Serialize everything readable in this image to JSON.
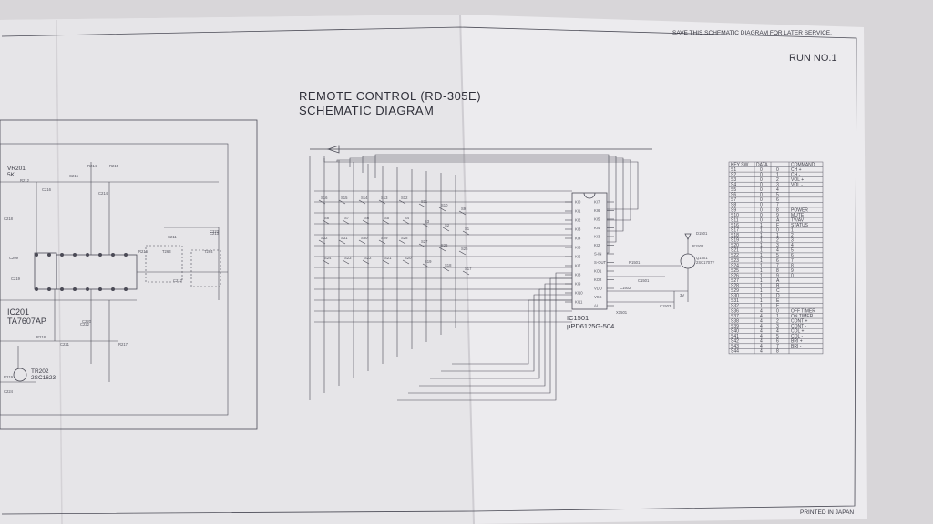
{
  "header": {
    "service_note": "SAVE THIS SCHEMATIC DIAGRAM FOR LATER SERVICE.",
    "run_number": "RUN NO.1",
    "title_line1": "REMOTE CONTROL (RD-305E)",
    "title_line2": "SCHEMATIC DIAGRAM",
    "footer": "PRINTED IN JAPAN"
  },
  "left_panel": {
    "ic_label": "IC201",
    "ic_part": "TA7607AP",
    "transistor_label": "TR202",
    "transistor_part": "2SC1623",
    "vr_label": "VR201",
    "vr_value": "5K",
    "component_labels": [
      "R212",
      "C216",
      "R214",
      "R215",
      "C215",
      "C214",
      "C218",
      "C209",
      "C219",
      "R218",
      "C221",
      "C220",
      "C222",
      "C223",
      "R217",
      "C224",
      "R219",
      "C211",
      "C212",
      "C213",
      "R216",
      "T263",
      "T264"
    ]
  },
  "keypad": {
    "switch_labels": [
      "S16",
      "S15",
      "S14",
      "S13",
      "S12",
      "S11",
      "S10",
      "S9",
      "S8",
      "S7",
      "S6",
      "S5",
      "S4",
      "S3",
      "S2",
      "S1",
      "S32",
      "S31",
      "S30",
      "S29",
      "S28",
      "S27",
      "S26",
      "S25",
      "S24",
      "S23",
      "S22",
      "S21",
      "S20",
      "S19",
      "S18",
      "S17"
    ]
  },
  "ic1501": {
    "label": "IC1501",
    "part": "μPD6125G-504",
    "pins_left": [
      "KI0",
      "KI1",
      "KI2",
      "KI3",
      "KI4",
      "KI5",
      "KI6",
      "KI7",
      "KI8",
      "KI9",
      "KI10",
      "KI11"
    ],
    "pins_right": [
      "KI7",
      "KI6",
      "KI5",
      "KI4",
      "KI3",
      "KI2",
      "S-IN",
      "S-OUT",
      "KO1",
      "KO2",
      "VDD",
      "VSS",
      "AL"
    ]
  },
  "output_stage": {
    "led_label": "D1501",
    "transistor_label": "Q1501",
    "transistor_part": "2SC1707Y",
    "resistor_label": "R1502",
    "capacitor_label": "C1503",
    "battery_label": "3V",
    "component_notes": [
      "R1501",
      "C1501",
      "C1502",
      "X1501"
    ]
  },
  "command_table": {
    "headers": [
      "KEY SW",
      "DATA",
      "",
      "COMMAND"
    ],
    "rows": [
      [
        "S1",
        "0",
        "0",
        "CH +"
      ],
      [
        "S2",
        "0",
        "1",
        "CH -"
      ],
      [
        "S3",
        "0",
        "2",
        "VOL +"
      ],
      [
        "S4",
        "0",
        "3",
        "VOL -"
      ],
      [
        "S5",
        "0",
        "4",
        ""
      ],
      [
        "S6",
        "0",
        "5",
        ""
      ],
      [
        "S7",
        "0",
        "6",
        ""
      ],
      [
        "S8",
        "0",
        "7",
        ""
      ],
      [
        "S9",
        "0",
        "8",
        "POWER"
      ],
      [
        "S10",
        "0",
        "9",
        "MUTE"
      ],
      [
        "S11",
        "0",
        "A",
        "TV/AV"
      ],
      [
        "S16",
        "1",
        "F",
        "STATUS"
      ],
      [
        "S17",
        "1",
        "0",
        "1"
      ],
      [
        "S18",
        "1",
        "1",
        "2"
      ],
      [
        "S19",
        "1",
        "2",
        "3"
      ],
      [
        "S20",
        "1",
        "3",
        "4"
      ],
      [
        "S21",
        "1",
        "4",
        "5"
      ],
      [
        "S22",
        "1",
        "5",
        "6"
      ],
      [
        "S23",
        "1",
        "6",
        "7"
      ],
      [
        "S24",
        "1",
        "7",
        "8"
      ],
      [
        "S25",
        "1",
        "8",
        "9"
      ],
      [
        "S26",
        "1",
        "9",
        "0"
      ],
      [
        "S27",
        "1",
        "A",
        ""
      ],
      [
        "S28",
        "1",
        "B",
        ""
      ],
      [
        "S29",
        "1",
        "C",
        ""
      ],
      [
        "S30",
        "1",
        "D",
        ""
      ],
      [
        "S31",
        "1",
        "E",
        ""
      ],
      [
        "S32",
        "1",
        "F",
        ""
      ],
      [
        "S36",
        "4",
        "0",
        "OFF TIMER"
      ],
      [
        "S37",
        "4",
        "1",
        "ON TIMER"
      ],
      [
        "S38",
        "4",
        "2",
        "CONT +"
      ],
      [
        "S39",
        "4",
        "3",
        "CONT -"
      ],
      [
        "S40",
        "4",
        "4",
        "COL +"
      ],
      [
        "S41",
        "4",
        "5",
        "COL -"
      ],
      [
        "S42",
        "4",
        "6",
        "BRI +"
      ],
      [
        "S43",
        "4",
        "7",
        "BRI -"
      ],
      [
        "S44",
        "4",
        "8",
        ""
      ]
    ]
  }
}
